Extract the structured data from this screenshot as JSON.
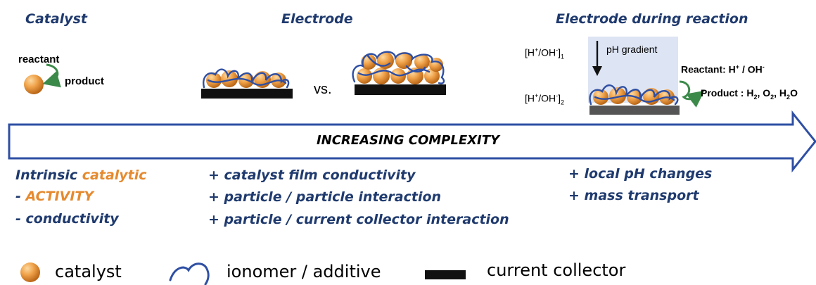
{
  "headers": {
    "catalyst": "Catalyst",
    "electrode": "Electrode",
    "electrode_reaction": "Electrode during reaction"
  },
  "catalyst_panel": {
    "reactant": "reactant",
    "product": "product"
  },
  "electrode_panel": {
    "vs": "vs."
  },
  "reaction_panel": {
    "conc1_base": "[H",
    "conc1_sup1": "+",
    "conc1_mid": "/OH",
    "conc1_sup2": "-",
    "conc1_end": "]",
    "conc1_sub": "1",
    "conc2_base": "[H",
    "conc2_sup1": "+",
    "conc2_mid": "/OH",
    "conc2_sup2": "-",
    "conc2_end": "]",
    "conc2_sub": "2",
    "ph_gradient": "pH gradient",
    "reactant_a": "Reactant: H",
    "reactant_sup1": "+",
    "reactant_b": " / OH",
    "reactant_sup2": "-",
    "product_a": "Product : H",
    "product_sub1": "2",
    "product_b": ", O",
    "product_sub2": "2",
    "product_c": ", H",
    "product_sub3": "2",
    "product_d": "O"
  },
  "arrow": {
    "label": "INCREASING COMPLEXITY"
  },
  "bullets": {
    "col1_line1_a": "Intrinsic ",
    "col1_line1_b": "catalytic",
    "col1_line2_a": "- ",
    "col1_line2_b": "ACTIVITY",
    "col1_line3": "- conductivity",
    "col2": [
      "+ catalyst film conductivity",
      "+ particle / particle interaction",
      "+ particle / current collector interaction"
    ],
    "col3": [
      "+ local pH changes",
      "+ mass transport"
    ]
  },
  "legend": {
    "catalyst": "catalyst",
    "ionomer": "ionomer / additive",
    "collector": "current collector"
  },
  "colors": {
    "navy": "#1f3a6e",
    "orange": "#e58a2f",
    "ionomer_blue": "#2e4fa3",
    "arrow_green": "#3c8a4a",
    "collector": "#111111",
    "ph_box": "#dde4f3"
  }
}
